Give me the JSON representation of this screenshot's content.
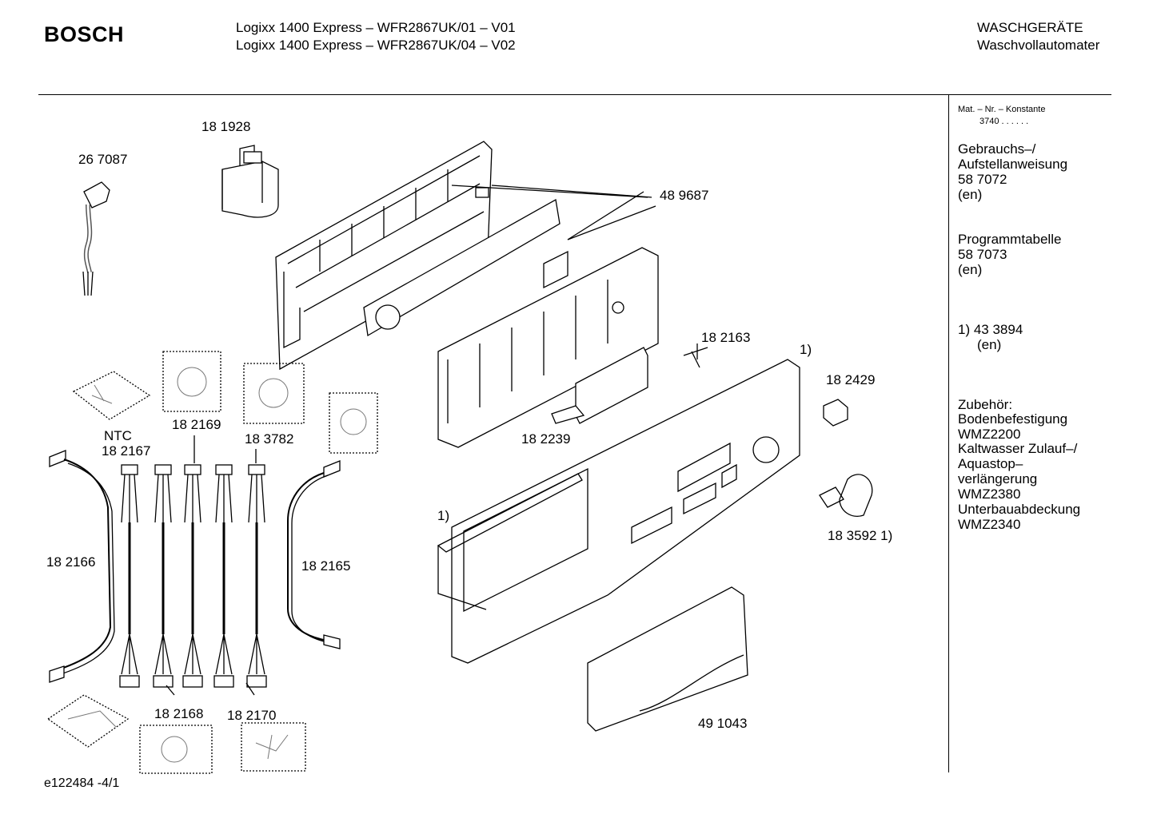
{
  "header": {
    "brand": "BOSCH",
    "models": [
      "Logixx 1400 Express – WFR2867UK/01 – V01",
      "Logixx 1400 Express – WFR2867UK/04 – V02"
    ],
    "category": "WASCHGERÄTE",
    "subcategory": "Waschvollautomater"
  },
  "sidebar": {
    "constant_label": "Mat. – Nr. – Konstante",
    "constant_value": "3740  .  .   .  .  .  .",
    "manual_title_1": "Gebrauchs–/",
    "manual_title_2": "Aufstellanweisung",
    "manual_number": "58 7072",
    "manual_lang": "(en)",
    "program_title": "Programmtabelle",
    "program_number": "58 7073",
    "program_lang": "(en)",
    "note_number": "1)  43 3894",
    "note_lang": "(en)",
    "accessories": [
      "Zubehör:",
      "Bodenbefestigung",
      "WMZ2200",
      "Kaltwasser Zulauf–/",
      "Aquastop–",
      "verlängerung",
      "WMZ2380",
      "Unterbauabdeckung",
      "WMZ2340"
    ]
  },
  "parts": {
    "p267087": "26 7087",
    "p181928": "18 1928",
    "p489687": "48 9687",
    "p182163": "18 2163",
    "note1_top": "1)",
    "p182429": "18 2429",
    "p182239": "18 2239",
    "ntc": "NTC",
    "p182167": "18 2167",
    "p182169": "18 2169",
    "p183782": "18 3782",
    "p182166": "18 2166",
    "p182165": "18 2165",
    "note1_left": "1)",
    "p183592": "18 3592 1)",
    "p182168": "18 2168",
    "p182170": "18 2170",
    "p491043": "49 1043"
  },
  "footer": {
    "reference": "e122484 -4/1"
  }
}
